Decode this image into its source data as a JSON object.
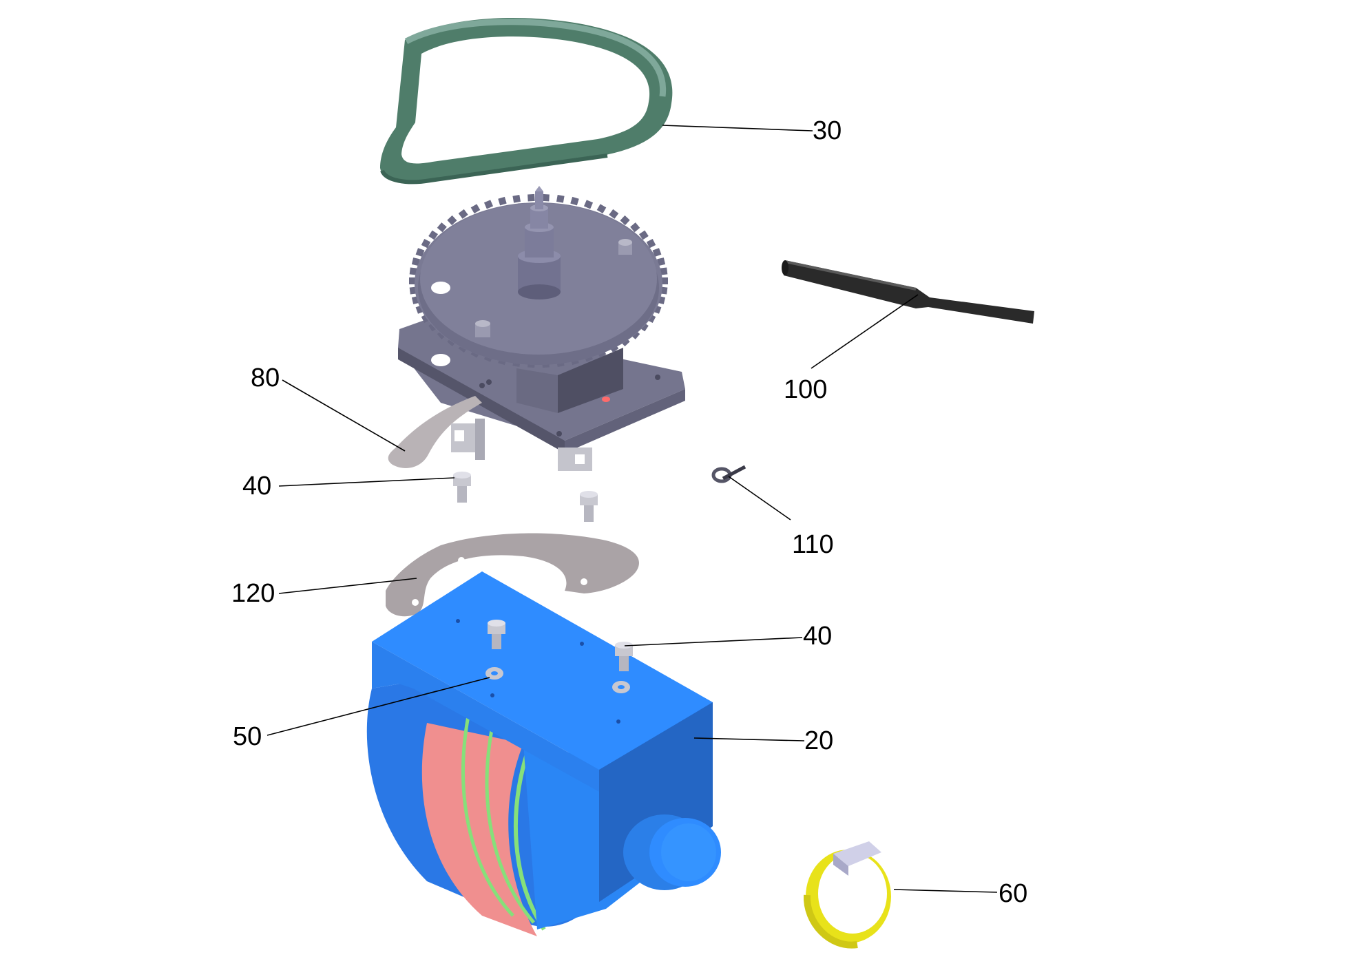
{
  "callouts": [
    {
      "id": "belt",
      "label": "30"
    },
    {
      "id": "sleeve",
      "label": "100"
    },
    {
      "id": "bracket",
      "label": "80"
    },
    {
      "id": "screw-left",
      "label": "40"
    },
    {
      "id": "clip",
      "label": "110"
    },
    {
      "id": "plate",
      "label": "120"
    },
    {
      "id": "screw-right",
      "label": "40"
    },
    {
      "id": "washer",
      "label": "50"
    },
    {
      "id": "housing",
      "label": "20"
    },
    {
      "id": "ring",
      "label": "60"
    }
  ],
  "colors": {
    "belt": "#4f7d6a",
    "belt_light": "#7fa89a",
    "gear": "#7a7a94",
    "gear_dark": "#5d5d74",
    "housing": "#2b86f5",
    "housing_top": "#2f8cff",
    "housing_side": "#2466c4",
    "coil": "#f08f8f",
    "coil_stripe": "#86e07a",
    "plate": "#aaa3a6",
    "metal": "#c7c7cf",
    "ring": "#e8e21a",
    "sleeve": "#2a2a2a",
    "marker_red": "#ff6b6b"
  },
  "icons": {
    "belt": "drive-belt-icon",
    "gear": "gear-icon",
    "sleeve": "shrink-sleeve-icon",
    "bracket": "bracket-icon",
    "screw": "hex-screw-icon",
    "clip": "spring-clip-icon",
    "plate": "mounting-plate-icon",
    "washer": "washer-icon",
    "housing": "motor-housing-icon",
    "ring": "clamp-ring-icon"
  }
}
